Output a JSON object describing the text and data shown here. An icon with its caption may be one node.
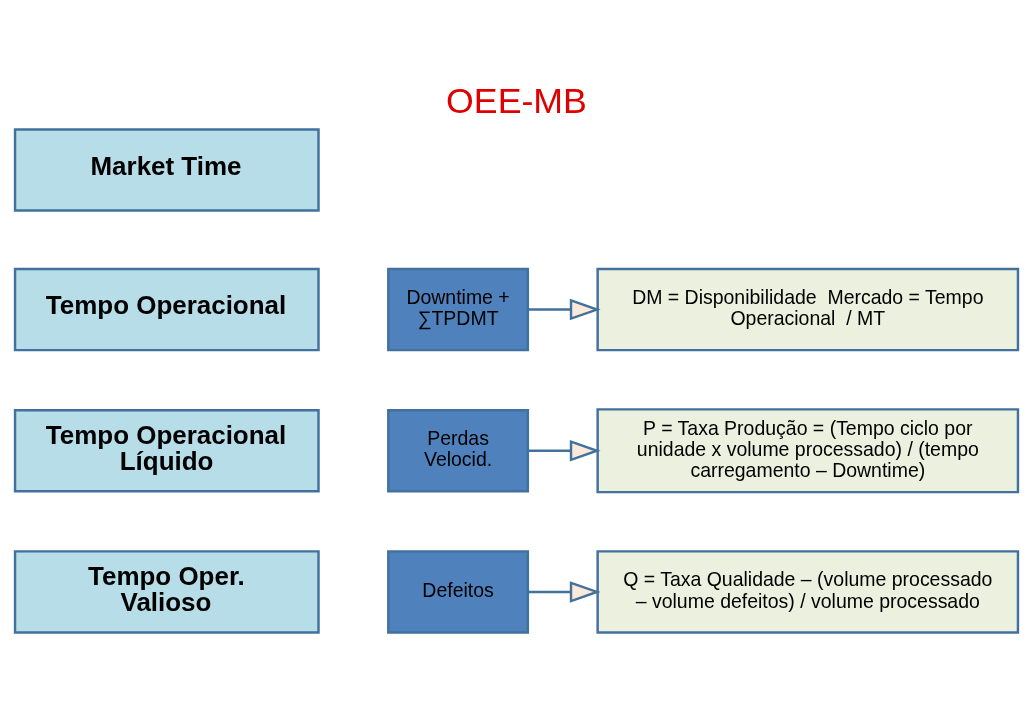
{
  "diagram": {
    "title": "OEE-MB",
    "nodes": [
      {
        "text": [
          "Market Time"
        ]
      },
      {
        "text": [
          "Tempo Operacional"
        ]
      },
      {
        "text": [
          "Downtime + ∑TPDMT"
        ]
      },
      {
        "text": [
          "DM = Disponibilidade  Mercado = Tempo Operacional  / MT"
        ]
      },
      {
        "text": [
          "Tempo Operacional Líquido"
        ]
      },
      {
        "text": [
          "Perdas Velocid."
        ]
      },
      {
        "text": [
          "P = Taxa Produção = (Tempo ciclo por unidade x volume processado) / (tempo carregamento – Downtime)"
        ]
      },
      {
        "text": [
          "Tempo Oper. Valioso"
        ]
      },
      {
        "text": [
          "Defeitos"
        ]
      },
      {
        "text": [
          "Q = Taxa Qualidade – (volume processado – volume defeitos) / volume processado"
        ]
      }
    ],
    "edges": [
      {
        "from": 2,
        "to": 3,
        "arrow": "to"
      },
      {
        "from": 5,
        "to": 6,
        "arrow": "to"
      },
      {
        "from": 8,
        "to": 9,
        "arrow": "to"
      }
    ]
  }
}
